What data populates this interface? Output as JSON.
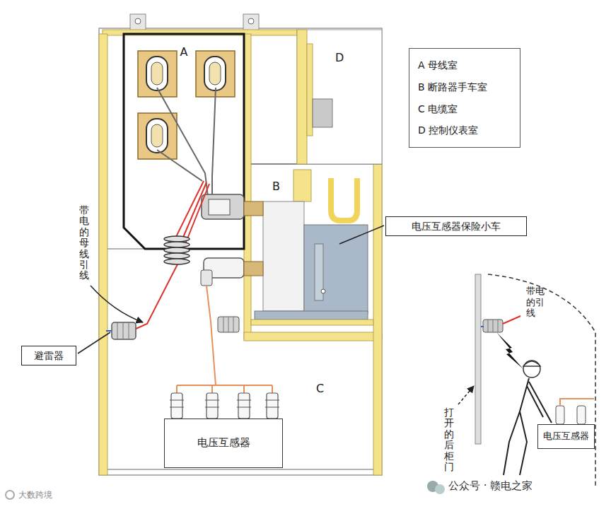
{
  "diagram": {
    "nodes": [
      {
        "text": [
          "A"
        ]
      },
      {
        "text": [
          "D"
        ]
      },
      {
        "text": [
          "A 母线室",
          "B 断路器手车室",
          "C 电缆室",
          "D 控制仪表室"
        ]
      },
      {
        "text": [
          "B"
        ]
      },
      {
        "text": [
          "电压互感器保险小车"
        ]
      },
      {
        "text": [
          "避雷器"
        ]
      },
      {
        "text": [
          "C"
        ]
      },
      {
        "text": [
          "电压互感器"
        ],
        "in": 6
      },
      {
        "text": [
          "电压互感器"
        ]
      }
    ],
    "labels": [
      "带电的母线引线",
      "打开的后柜门",
      "带电的引线",
      "公众号 · 赣电之家",
      "大数跨境"
    ]
  }
}
